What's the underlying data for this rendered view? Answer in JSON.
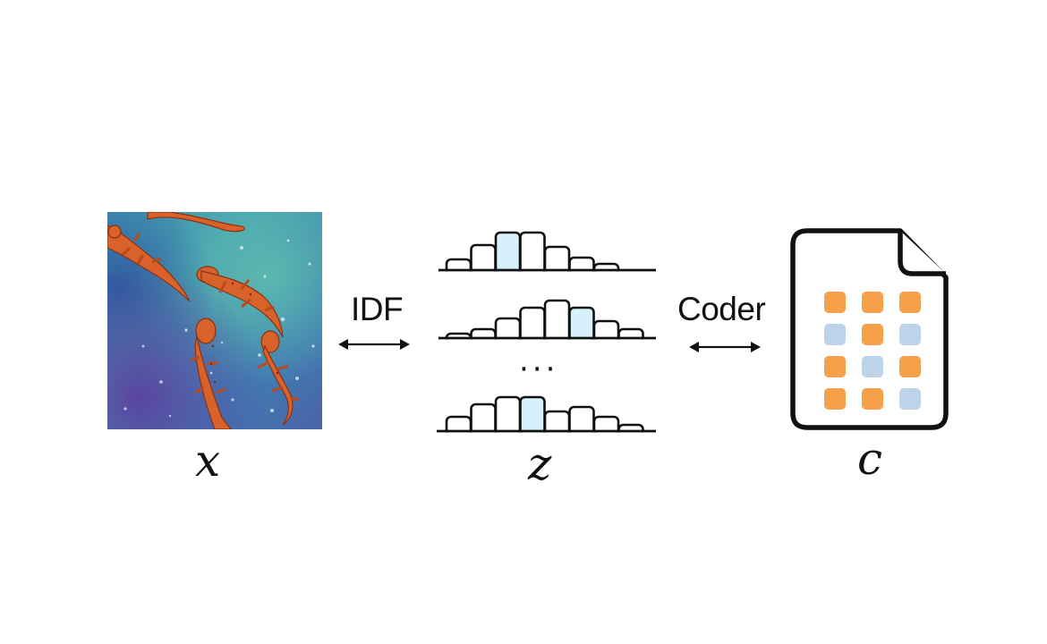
{
  "labels": {
    "image_var": "x",
    "latent_var": "z",
    "code_var": "c",
    "idf": "IDF",
    "coder": "Coder",
    "ellipsis": "···"
  },
  "colors": {
    "highlight_bar": "#d6f1fb",
    "orange": "#f6a04a",
    "blue": "#bcd3ea",
    "stroke": "#111111"
  },
  "icons": {
    "image": "watercolor-salamanders-image",
    "arrow": "double-headed-arrow-icon",
    "file": "document-file-icon"
  },
  "histograms": [
    {
      "bars": [
        12,
        28,
        42,
        42,
        26,
        14,
        7
      ],
      "highlight": [
        2
      ]
    },
    {
      "bars": [
        5,
        10,
        22,
        34,
        42,
        34,
        19,
        10
      ],
      "highlight": [
        5
      ]
    },
    {
      "bars": [
        16,
        30,
        38,
        38,
        22,
        27,
        16,
        7
      ],
      "highlight": [
        3
      ]
    }
  ],
  "code_grid": [
    [
      "orange",
      "orange",
      "orange"
    ],
    [
      "blue",
      "orange",
      "blue"
    ],
    [
      "orange",
      "blue",
      "orange"
    ],
    [
      "orange",
      "orange",
      "blue"
    ]
  ]
}
